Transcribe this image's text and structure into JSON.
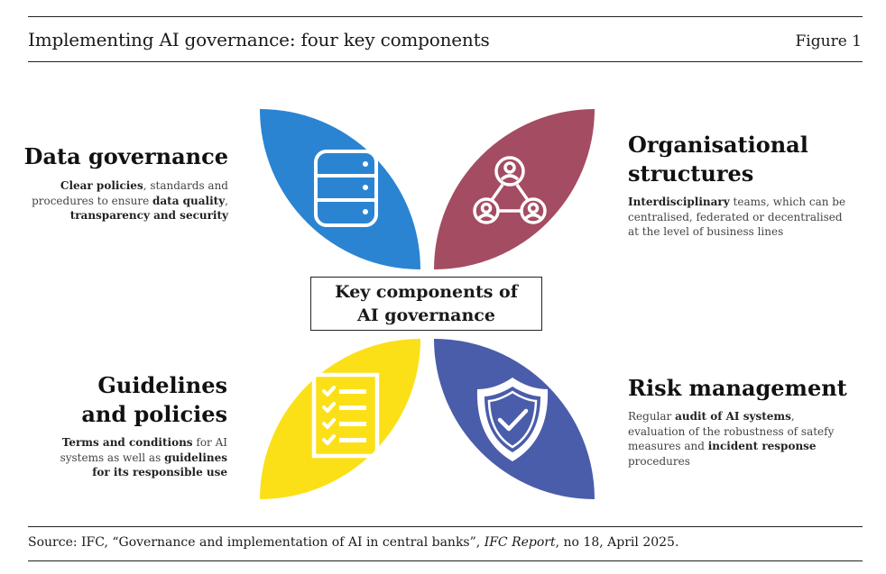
{
  "header": {
    "title": "Implementing AI governance: four key components",
    "figure_label": "Figure 1"
  },
  "center": {
    "line1": "Key components of",
    "line2": "AI governance"
  },
  "components": {
    "data_governance": {
      "heading": "Data governance",
      "desc": [
        [
          {
            "t": "Clear policies",
            "b": true
          },
          {
            "t": ", standards and"
          }
        ],
        [
          {
            "t": "procedures to ensure "
          },
          {
            "t": "data quality",
            "b": true
          },
          {
            "t": ","
          }
        ],
        [
          {
            "t": "transparency and security",
            "b": true
          }
        ]
      ],
      "color": "#2a84d2",
      "icon": "database-icon"
    },
    "organisational_structures": {
      "heading_line1": "Organisational",
      "heading_line2": "structures",
      "desc": [
        [
          {
            "t": "Interdisciplinary",
            "b": true
          },
          {
            "t": " teams, which can be"
          }
        ],
        [
          {
            "t": "centralised, federated or decentralised"
          }
        ],
        [
          {
            "t": "at the level of business lines"
          }
        ]
      ],
      "color": "#a44c62",
      "icon": "people-network-icon"
    },
    "guidelines_policies": {
      "heading_line1": "Guidelines",
      "heading_line2": "and policies",
      "desc": [
        [
          {
            "t": "Terms and conditions",
            "b": true
          },
          {
            "t": " for AI"
          }
        ],
        [
          {
            "t": "systems as well as "
          },
          {
            "t": "guidelines",
            "b": true
          }
        ],
        [
          {
            "t": "for its responsible use",
            "b": true
          }
        ]
      ],
      "color": "#fbe017",
      "icon": "checklist-icon"
    },
    "risk_management": {
      "heading": "Risk management",
      "desc": [
        [
          {
            "t": "Regular "
          },
          {
            "t": "audit of AI systems",
            "b": true
          },
          {
            "t": ","
          }
        ],
        [
          {
            "t": "evaluation of the robustness of satefy"
          }
        ],
        [
          {
            "t": "measures and "
          },
          {
            "t": "incident response",
            "b": true
          }
        ],
        [
          {
            "t": "procedures"
          }
        ]
      ],
      "color": "#4a5daa",
      "icon": "shield-check-icon"
    }
  },
  "source": {
    "prefix": "Source: IFC, “Governance and implementation of AI in central banks”, ",
    "italic": "IFC Report",
    "suffix": ", no 18, April 2025."
  }
}
